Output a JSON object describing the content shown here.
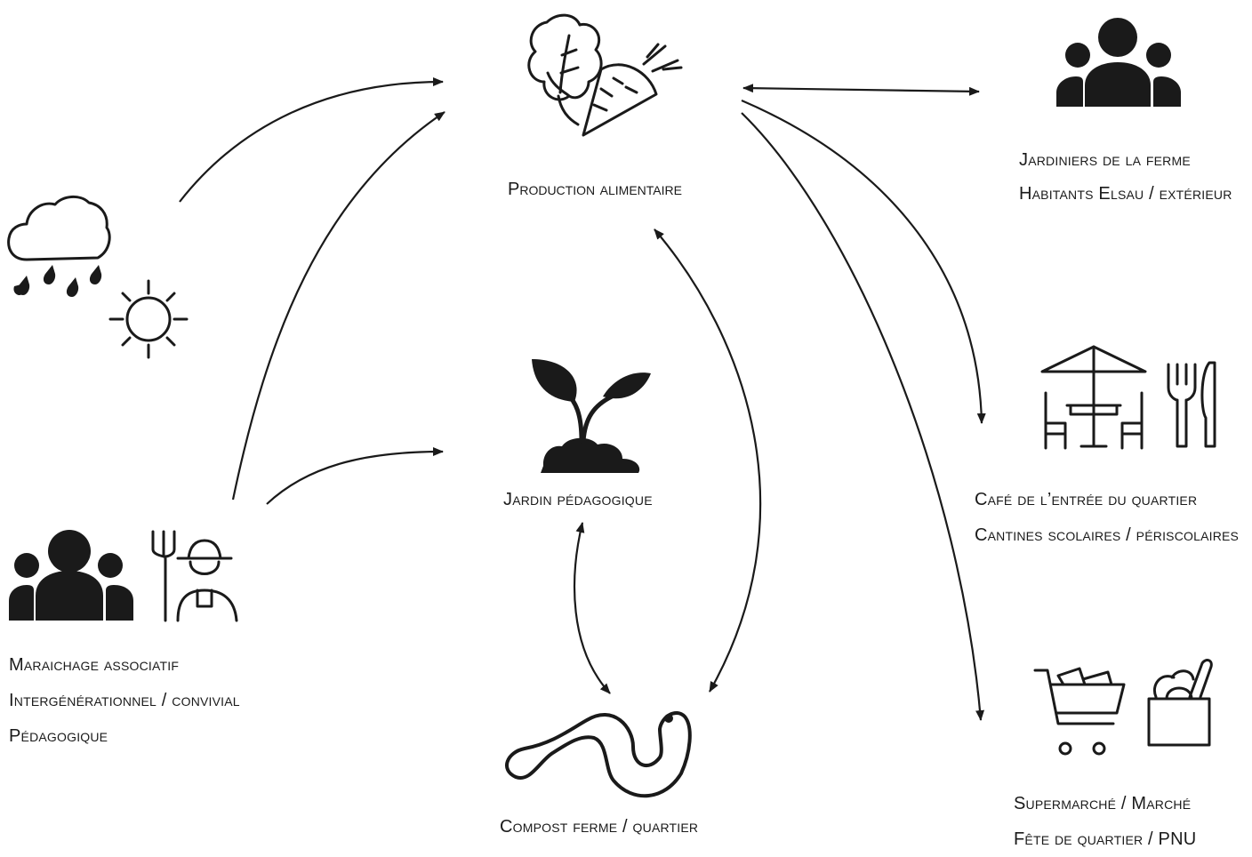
{
  "nodes": {
    "production": {
      "icon": "vegetables-icon",
      "label": "Production alimentaire"
    },
    "jardiniers": {
      "icon": "people-group-icon",
      "lines": [
        "Jardiniers de la ferme",
        "Habitants Elsau / extérieur"
      ]
    },
    "cafe": {
      "icon": "cafe-table-cutlery-icon",
      "lines": [
        "Café de l’entrée du quartier",
        "Cantines scolaires / périscolaires"
      ]
    },
    "supermarche": {
      "icon": "shopping-cart-grocery-bag-icon",
      "lines": [
        "Supermarché / Marché",
        "Fête de quartier / PNU"
      ]
    },
    "jardin": {
      "icon": "seedling-icon",
      "label": "Jardin pédagogique"
    },
    "compost": {
      "icon": "worm-icon",
      "label": "Compost ferme / quartier"
    },
    "meteo": {
      "icon": "rain-cloud-sun-icon"
    },
    "maraichage": {
      "icon": "people-farmer-pitchfork-icon",
      "lines": [
        "Maraichage associatif",
        "Intergénérationnel / convivial",
        "Pédagogique"
      ]
    }
  },
  "edges": [
    {
      "from": "meteo",
      "to": "production",
      "direction": "forward"
    },
    {
      "from": "maraichage",
      "to": "production",
      "direction": "forward"
    },
    {
      "from": "maraichage",
      "to": "jardin",
      "direction": "forward"
    },
    {
      "from": "production",
      "to": "jardiniers",
      "direction": "both"
    },
    {
      "from": "production",
      "to": "cafe",
      "direction": "forward"
    },
    {
      "from": "production",
      "to": "supermarche",
      "direction": "forward"
    },
    {
      "from": "production",
      "to": "compost",
      "direction": "both"
    },
    {
      "from": "jardin",
      "to": "compost",
      "direction": "both"
    }
  ]
}
